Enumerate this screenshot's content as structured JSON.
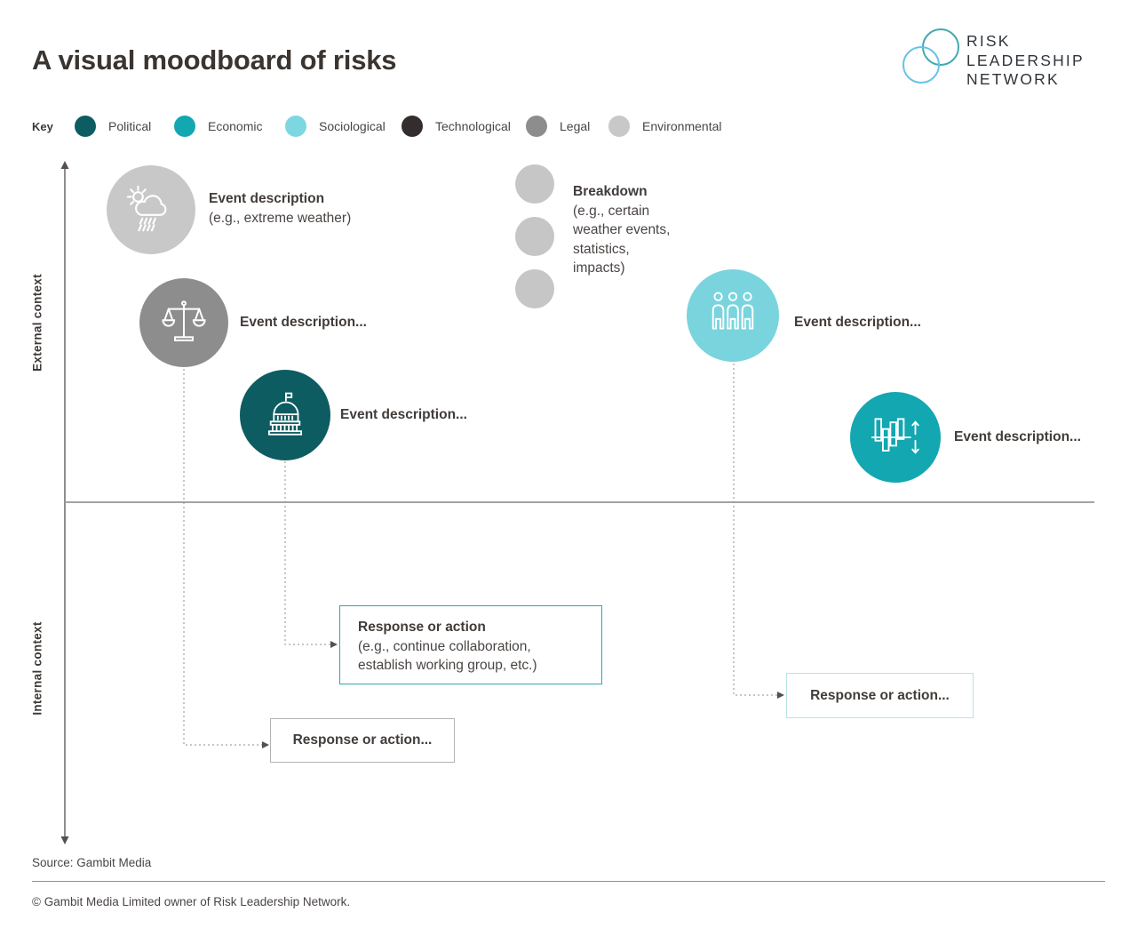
{
  "title": "A visual moodboard of risks",
  "logo": {
    "lines": [
      "RISK",
      "LEADERSHIP",
      "NETWORK"
    ],
    "ring_front_color": "#66c3e8",
    "ring_back_color": "#43a8b0"
  },
  "key": {
    "label": "Key",
    "items": [
      {
        "id": "political",
        "label": "Political",
        "color": "#0d5c62"
      },
      {
        "id": "economic",
        "label": "Economic",
        "color": "#12a7b1"
      },
      {
        "id": "sociological",
        "label": "Sociological",
        "color": "#7dd7e0"
      },
      {
        "id": "technological",
        "label": "Technological",
        "color": "#332d2e"
      },
      {
        "id": "legal",
        "label": "Legal",
        "color": "#8d8d8d"
      },
      {
        "id": "environmental",
        "label": "Environmental",
        "color": "#c8c8c8"
      }
    ]
  },
  "axis": {
    "external_label": "External context",
    "internal_label": "Internal context"
  },
  "events": {
    "weather": {
      "category": "environmental",
      "icon": "storm-cloud-icon",
      "title": "Event description",
      "subtitle": "(e.g., extreme weather)"
    },
    "legal": {
      "category": "legal",
      "icon": "scales-icon",
      "title": "Event description..."
    },
    "political": {
      "category": "political",
      "icon": "capitol-icon",
      "title": "Event description..."
    },
    "sociological": {
      "category": "sociological",
      "icon": "people-icon",
      "title": "Event description..."
    },
    "economic": {
      "category": "economic",
      "icon": "bar-chart-icon",
      "title": "Event description..."
    }
  },
  "breakdown": {
    "title": "Breakdown",
    "lines": [
      "(e.g., certain",
      "weather events,",
      "statistics,",
      "impacts)"
    ]
  },
  "responses": {
    "main": {
      "title": "Response or action",
      "lines": [
        "(e.g., continue collaboration,",
        "establish working group, etc.)"
      ]
    },
    "legal": {
      "label": "Response or action..."
    },
    "sociological": {
      "label": "Response or action..."
    }
  },
  "footer": {
    "source": "Source: Gambit Media",
    "copyright": "© Gambit Media Limited owner of Risk Leadership Network."
  }
}
